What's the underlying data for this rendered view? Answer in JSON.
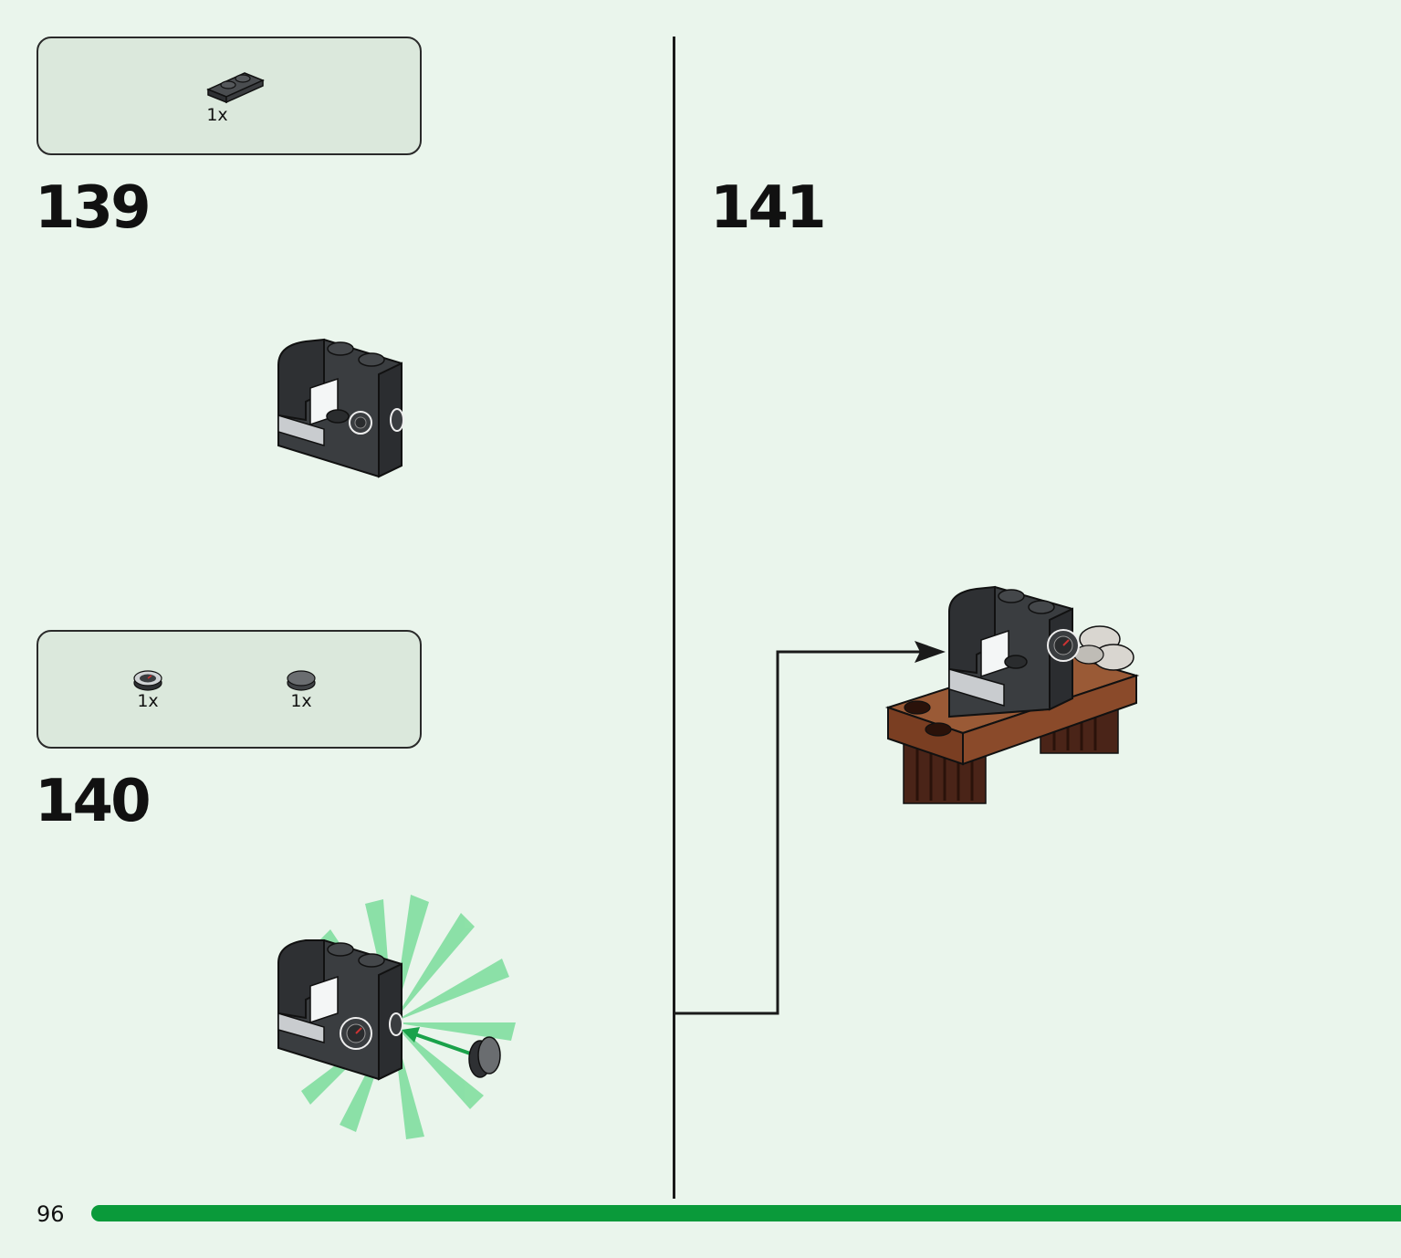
{
  "steps": [
    {
      "number": "139",
      "parts": [
        {
          "qty": "1x",
          "icon": "dark-gray-plate-1x2-icon"
        }
      ]
    },
    {
      "number": "140",
      "parts": [
        {
          "qty": "1x",
          "icon": "printed-round-tile-dial-icon"
        },
        {
          "qty": "1x",
          "icon": "dark-gray-round-tile-icon"
        }
      ]
    },
    {
      "number": "141",
      "parts": []
    }
  ],
  "page": {
    "number": "96"
  },
  "colors": {
    "background": "#eaf5ec",
    "parts_box": "#dbe8dc",
    "progress_bar": "#0a9a3a",
    "brick_dark": "#3a3d40",
    "brick_brown": "#8a4a2a",
    "highlight_green": "#3fcf6f"
  }
}
